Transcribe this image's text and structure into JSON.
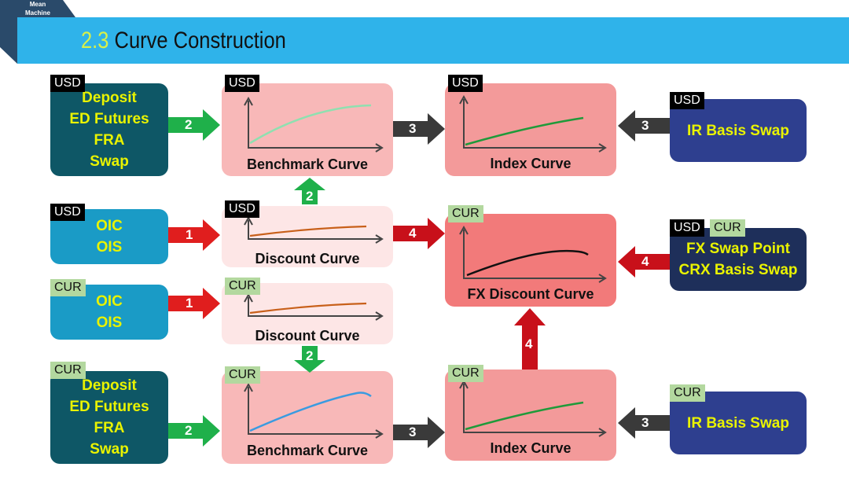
{
  "header": {
    "logo": [
      "Mean",
      "Machine"
    ],
    "section_number": "2.3",
    "title": "Curve Construction"
  },
  "tags": {
    "usd": "USD",
    "cur": "CUR"
  },
  "inputs": {
    "usd_instruments": [
      "Deposit",
      "ED Futures",
      "FRA",
      "Swap"
    ],
    "usd_ois": [
      "OIC",
      "OIS"
    ],
    "cur_ois": [
      "OIC",
      "OIS"
    ],
    "cur_instruments": [
      "Deposit",
      "ED Futures",
      "FRA",
      "Swap"
    ],
    "usd_basis": [
      "IR Basis Swap"
    ],
    "fx": [
      "FX Swap Point",
      "CRX Basis Swap"
    ],
    "cur_basis": [
      "IR Basis Swap"
    ]
  },
  "curves": {
    "usd_benchmark": "Benchmark Curve",
    "usd_index": "Index Curve",
    "usd_discount": "Discount Curve",
    "fx_discount": "FX Discount Curve",
    "cur_discount": "Discount Curve",
    "cur_benchmark": "Benchmark Curve",
    "cur_index": "Index Curve"
  },
  "steps": {
    "s1": "1",
    "s2": "2",
    "s3": "3",
    "s4": "4"
  },
  "colors": {
    "step1": "#e01e1e",
    "step2": "#1fb04a",
    "step3": "#3a3a3a",
    "step4": "#c8101a",
    "curve_benchmark_usd": "#8fe0b0",
    "curve_benchmark_cur": "#3a9be0",
    "curve_index": "#1f9a3a",
    "curve_discount": "#c8601a",
    "curve_fx": "#111111"
  }
}
